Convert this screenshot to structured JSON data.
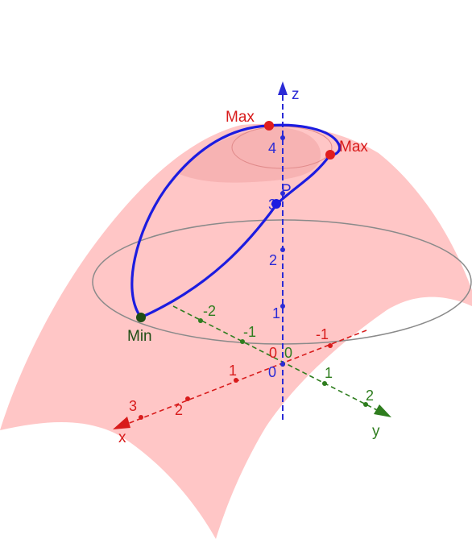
{
  "colors": {
    "surface": "#ffbcbc",
    "surface_dark": "#f2a6a6",
    "curve": "#1c1ce0",
    "x_axis": "#d81b1b",
    "y_axis": "#2e7d1e",
    "z_axis": "#2a2ad6",
    "max_point": "#e01e1e",
    "min_point": "#1f4d14",
    "circle": "#8a8a8a"
  },
  "axes": {
    "x": {
      "name": "x",
      "ticks": [
        "-1",
        "0",
        "1",
        "2",
        "3"
      ]
    },
    "y": {
      "name": "y",
      "ticks": [
        "-2",
        "-1",
        "0",
        "1",
        "2"
      ]
    },
    "z": {
      "name": "z",
      "ticks": [
        "0",
        "1",
        "2",
        "3",
        "4"
      ]
    }
  },
  "points": {
    "max_left": {
      "label": "Max"
    },
    "max_right": {
      "label": "Max"
    },
    "min": {
      "label": "Min"
    },
    "p": {
      "label": "P"
    }
  },
  "icons": {
    "x_arrow": "arrow-icon",
    "y_arrow": "arrow-icon",
    "z_arrow": "arrow-icon"
  }
}
